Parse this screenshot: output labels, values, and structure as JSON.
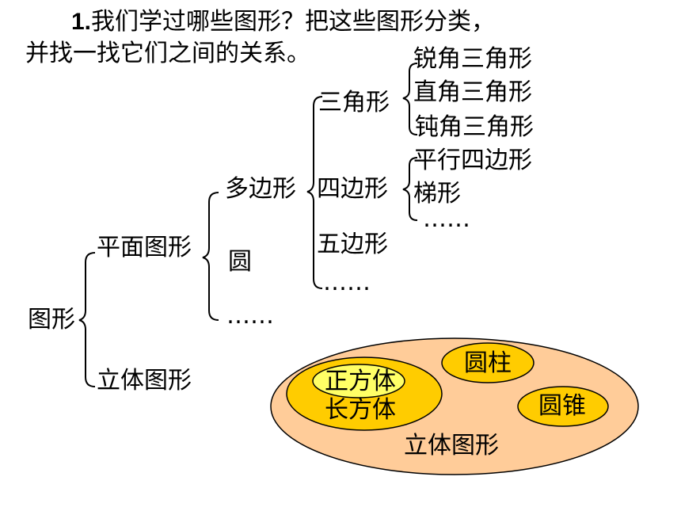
{
  "title": {
    "number": "1.",
    "line1": "我们学过哪些图形？把这些图形分类，",
    "line2": "并找一找它们之间的关系。"
  },
  "tree": {
    "root": "图形",
    "level1": {
      "planar": "平面图形",
      "solid": "立体图形"
    },
    "planar_children": {
      "polygon": "多边形",
      "circle": "圆",
      "more": "……"
    },
    "polygon_children": {
      "triangle": "三角形",
      "quadrilateral": "四边形",
      "pentagon": "五边形",
      "more": "……"
    },
    "triangle_children": {
      "acute": "锐角三角形",
      "right": "直角三角形",
      "obtuse": "钝角三角形"
    },
    "quadrilateral_children": {
      "parallelogram": "平行四边形",
      "trapezoid": "梯形",
      "more": "……"
    }
  },
  "venn": {
    "outer_label": "立体图形",
    "cuboid": "长方体",
    "cube": "正方体",
    "cylinder": "圆柱",
    "cone": "圆锥",
    "colors": {
      "outer_fill": "#FFCC99",
      "inner_fill": "#FFCC00",
      "cube_fill": "#FFFF66",
      "stroke": "#000000"
    }
  }
}
